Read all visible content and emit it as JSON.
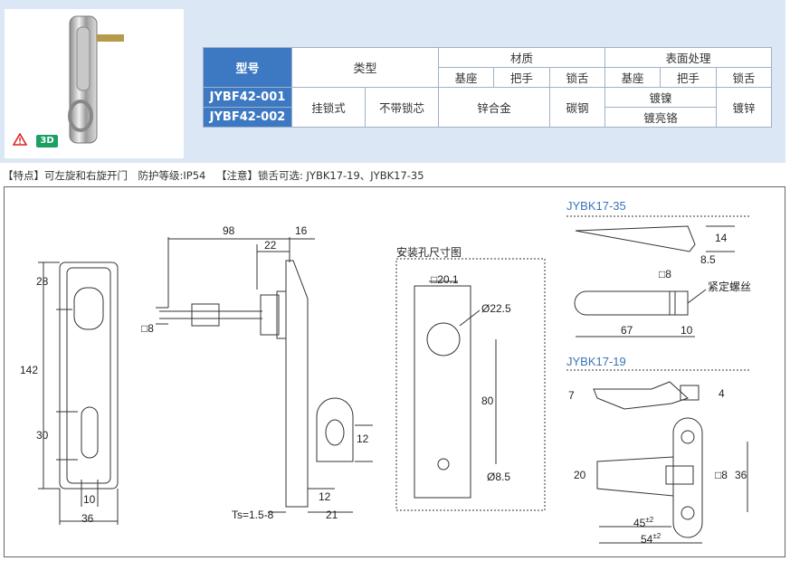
{
  "spec_table": {
    "model_header": "型号",
    "type_header": "类型",
    "material_header": "材质",
    "surface_header": "表面处理",
    "sub_base": "基座",
    "sub_handle": "把手",
    "sub_tongue": "锁舌",
    "models": [
      "JYBF42-001",
      "JYBF42-002"
    ],
    "type_a": "挂锁式",
    "type_b": "不带锁芯",
    "mat_base_handle": "锌合金",
    "mat_tongue": "碳钢",
    "surf_a": "镀镍",
    "surf_b": "镀亮铬",
    "surf_tongue": "镀锌"
  },
  "badges": {
    "view3d": "3D"
  },
  "notes": {
    "feature": "【特点】可左旋和右旋开门　防护等级:IP54",
    "attention": "【注意】锁舌可选: JYBK17-19、JYBK17-35"
  },
  "drawing": {
    "front_dims": [
      "28",
      "142",
      "30",
      "10",
      "36"
    ],
    "side_dims": [
      "98",
      "22",
      "16",
      "□8",
      "12",
      "12",
      "21",
      "Ts=1.5-8"
    ],
    "hole_title": "安装孔尺寸图",
    "hole_dims": [
      "□20.1",
      "Ø22.5",
      "80",
      "Ø8.5"
    ],
    "jybk35": {
      "title": "JYBK17-35",
      "dims": [
        "14",
        "8.5",
        "□8",
        "紧定螺丝",
        "67",
        "10"
      ]
    },
    "jybk19": {
      "title": "JYBK17-19",
      "dims": [
        "7",
        "4",
        "20",
        "□8",
        "36",
        "45",
        "±2",
        "54",
        "±2"
      ]
    }
  },
  "colors": {
    "band": "#dbe7f4",
    "header": "#3d79c2",
    "accent_title": "#3a73b8",
    "badge_green": "#1aa063"
  }
}
